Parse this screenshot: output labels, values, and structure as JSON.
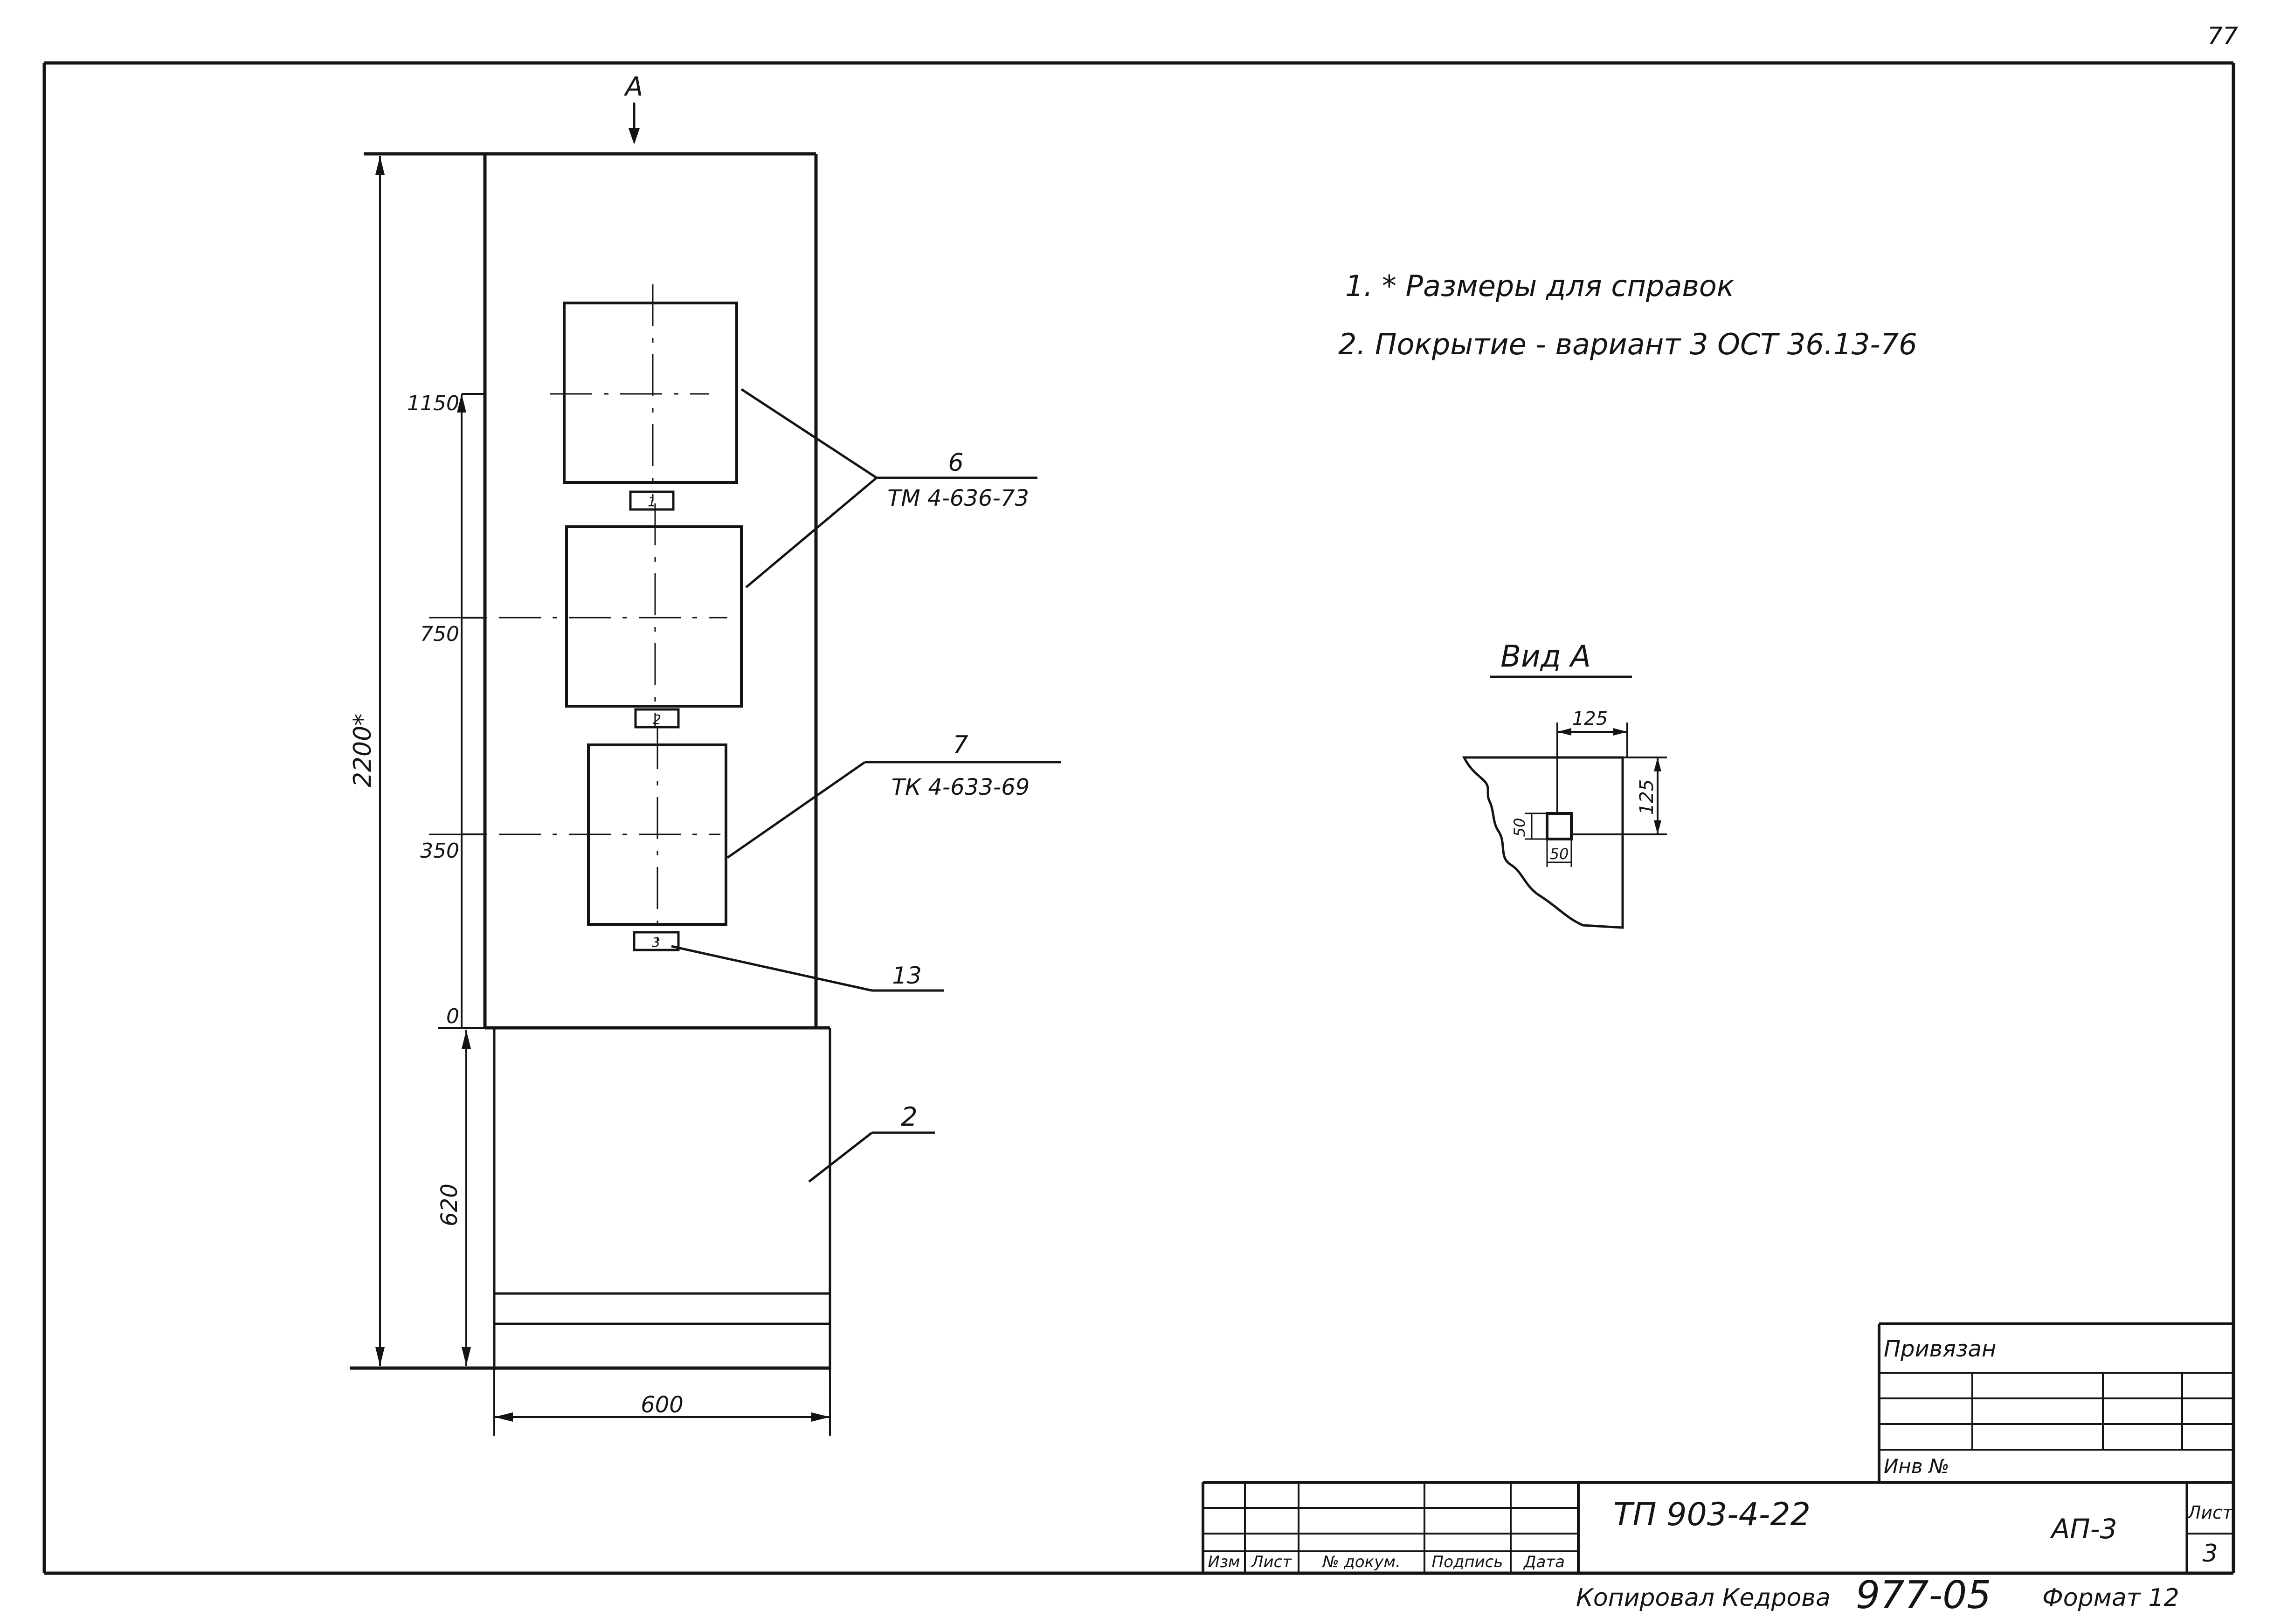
{
  "sheet": {
    "page_number": "77",
    "ink_color": "#141414",
    "paper_color": "#ffffff"
  },
  "notes": [
    "1. * Размеры для справок",
    "2. Покрытие - вариант 3 ОСТ 36.13-76"
  ],
  "elevation": {
    "view_arrow_label": "A",
    "overall_height": "2200*",
    "levels": [
      "1150",
      "750",
      "350",
      "0"
    ],
    "base_height": "620",
    "width": "600",
    "small_plate_marks": [
      "1",
      "2",
      "3"
    ]
  },
  "callouts": {
    "item_6": {
      "number": "6",
      "reference": "ТМ 4-636-73"
    },
    "item_7": {
      "number": "7",
      "reference": "ТК 4-633-69"
    },
    "item_13": {
      "number": "13"
    },
    "item_2": {
      "number": "2"
    }
  },
  "view_a": {
    "title": "Вид А",
    "dims": {
      "top_width": "125",
      "side_height": "125",
      "hole_height": "50",
      "hole_width": "50"
    }
  },
  "title_block": {
    "privyazan": "Привязан",
    "inv_no": "Инв №",
    "document_code": "ТП 903-4-22",
    "sheet_mark": "АП-3",
    "list_label": "Лист",
    "list_number": "3",
    "columns": [
      "Изм",
      "Лист",
      "№ докум.",
      "Подпись",
      "Дата"
    ]
  },
  "footer": {
    "copied_by": "Копировал Кедрова",
    "archive_number": "977-05",
    "format": "Формат 12"
  }
}
